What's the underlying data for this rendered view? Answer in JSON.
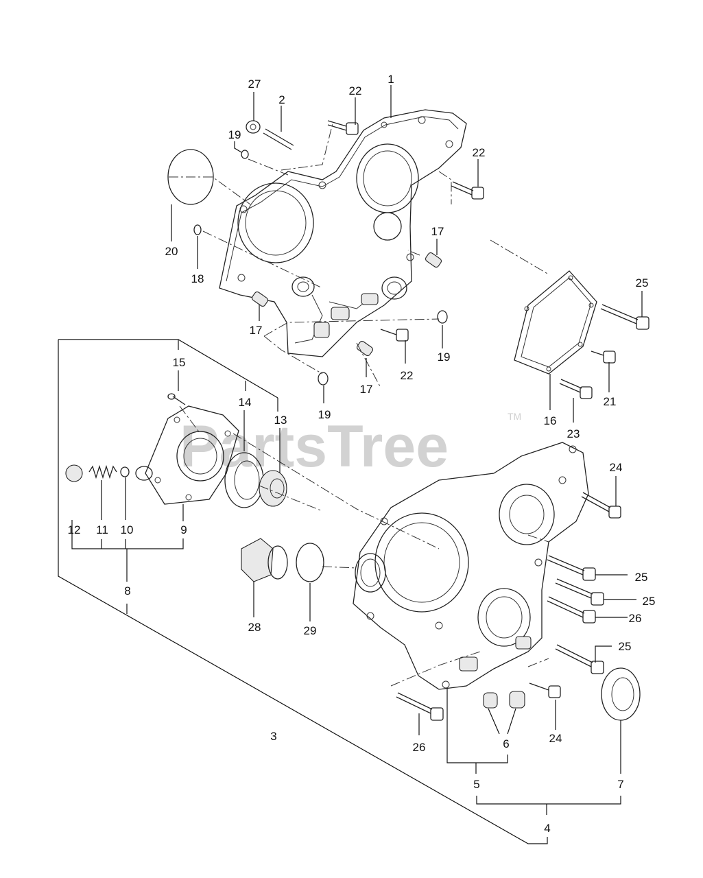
{
  "watermark": {
    "text": "PartsTree",
    "trademark": "TM"
  },
  "callouts": [
    "1",
    "2",
    "3",
    "4",
    "5",
    "6",
    "7",
    "8",
    "9",
    "10",
    "11",
    "12",
    "13",
    "14",
    "15",
    "16",
    "17",
    "17",
    "17",
    "18",
    "19",
    "19",
    "19",
    "20",
    "21",
    "22",
    "22",
    "22",
    "23",
    "24",
    "24",
    "25",
    "25",
    "25",
    "25",
    "26",
    "26",
    "27",
    "28",
    "29"
  ]
}
